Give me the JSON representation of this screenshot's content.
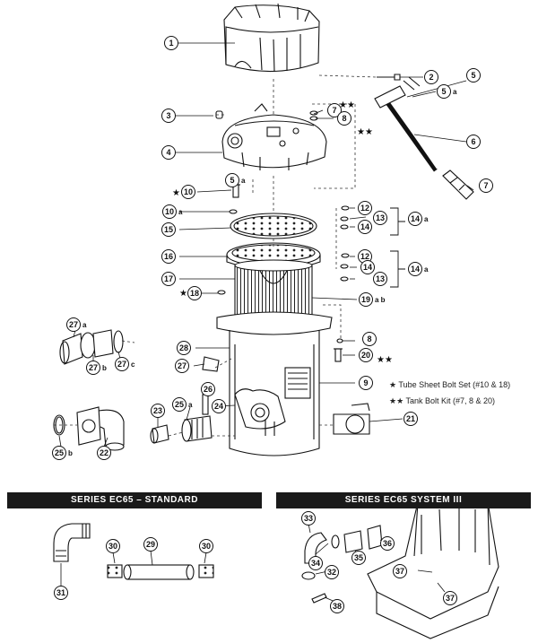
{
  "diagram": {
    "legend": [
      {
        "symbol": "★",
        "text": "Tube Sheet Bolt Set (#10 & 18)"
      },
      {
        "symbol": "★★",
        "text": "Tank Bolt Kit (#7, 8 & 20)"
      }
    ],
    "sections": [
      {
        "title": "SERIES EC65 – STANDARD"
      },
      {
        "title": "SERIES EC65 SYSTEM III"
      }
    ],
    "callouts": [
      {
        "id": "c1",
        "n": "1",
        "s": ""
      },
      {
        "id": "c2",
        "n": "2",
        "s": ""
      },
      {
        "id": "c3",
        "n": "3",
        "s": ""
      },
      {
        "id": "c4",
        "n": "4",
        "s": ""
      },
      {
        "id": "c5",
        "n": "5",
        "s": ""
      },
      {
        "id": "c5a_r",
        "n": "5",
        "s": "a"
      },
      {
        "id": "c5a_l",
        "n": "5",
        "s": "a"
      },
      {
        "id": "c6",
        "n": "6",
        "s": ""
      },
      {
        "id": "c7a",
        "n": "7",
        "s": ""
      },
      {
        "id": "c7b",
        "n": "7",
        "s": ""
      },
      {
        "id": "c8a",
        "n": "8",
        "s": ""
      },
      {
        "id": "c8b",
        "n": "8",
        "s": ""
      },
      {
        "id": "c9",
        "n": "9",
        "s": ""
      },
      {
        "id": "c10",
        "n": "10",
        "s": ""
      },
      {
        "id": "c10a",
        "n": "10",
        "s": "a"
      },
      {
        "id": "c12a",
        "n": "12",
        "s": ""
      },
      {
        "id": "c12b",
        "n": "12",
        "s": ""
      },
      {
        "id": "c13a",
        "n": "13",
        "s": ""
      },
      {
        "id": "c13b",
        "n": "13",
        "s": ""
      },
      {
        "id": "c14a",
        "n": "14",
        "s": ""
      },
      {
        "id": "c14b",
        "n": "14",
        "s": ""
      },
      {
        "id": "c14ga",
        "n": "14",
        "s": "a"
      },
      {
        "id": "c14gb",
        "n": "14",
        "s": "a"
      },
      {
        "id": "c15",
        "n": "15",
        "s": ""
      },
      {
        "id": "c16",
        "n": "16",
        "s": ""
      },
      {
        "id": "c17",
        "n": "17",
        "s": ""
      },
      {
        "id": "c18",
        "n": "18",
        "s": ""
      },
      {
        "id": "c19",
        "n": "19",
        "s": "a b"
      },
      {
        "id": "c20",
        "n": "20",
        "s": ""
      },
      {
        "id": "c21",
        "n": "21",
        "s": ""
      },
      {
        "id": "c22",
        "n": "22",
        "s": ""
      },
      {
        "id": "c23",
        "n": "23",
        "s": ""
      },
      {
        "id": "c24",
        "n": "24",
        "s": ""
      },
      {
        "id": "c25a",
        "n": "25",
        "s": "a"
      },
      {
        "id": "c25b",
        "n": "25",
        "s": "b"
      },
      {
        "id": "c26",
        "n": "26",
        "s": ""
      },
      {
        "id": "c27",
        "n": "27",
        "s": ""
      },
      {
        "id": "c27a",
        "n": "27",
        "s": "a"
      },
      {
        "id": "c27b",
        "n": "27",
        "s": "b"
      },
      {
        "id": "c27c",
        "n": "27",
        "s": "c"
      },
      {
        "id": "c28",
        "n": "28",
        "s": ""
      },
      {
        "id": "c29",
        "n": "29",
        "s": ""
      },
      {
        "id": "c30a",
        "n": "30",
        "s": ""
      },
      {
        "id": "c30b",
        "n": "30",
        "s": ""
      },
      {
        "id": "c31",
        "n": "31",
        "s": ""
      },
      {
        "id": "c32",
        "n": "32",
        "s": ""
      },
      {
        "id": "c33",
        "n": "33",
        "s": ""
      },
      {
        "id": "c34",
        "n": "34",
        "s": ""
      },
      {
        "id": "c35",
        "n": "35",
        "s": ""
      },
      {
        "id": "c36",
        "n": "36",
        "s": ""
      },
      {
        "id": "c37a",
        "n": "37",
        "s": ""
      },
      {
        "id": "c37b",
        "n": "37",
        "s": ""
      },
      {
        "id": "c38",
        "n": "38",
        "s": ""
      }
    ]
  }
}
